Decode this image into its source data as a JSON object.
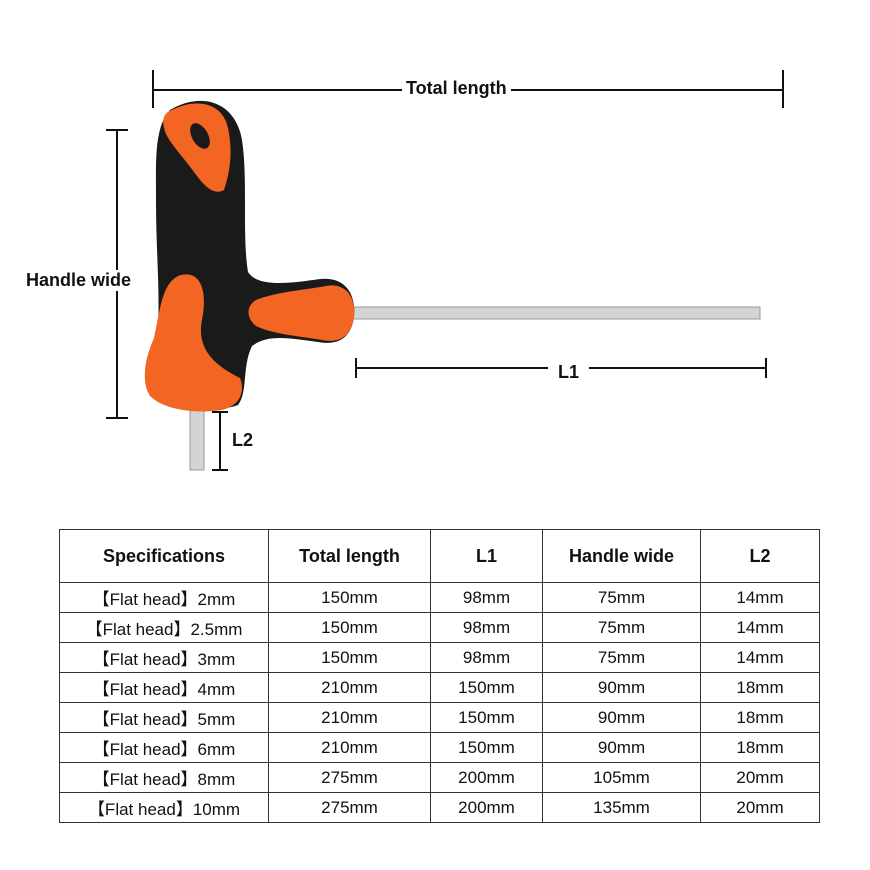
{
  "diagram": {
    "labels": {
      "total_length": "Total length",
      "handle_wide": "Handle wide",
      "l1": "L1",
      "l2": "L2"
    },
    "colors": {
      "handle_orange": "#f26522",
      "handle_black": "#1a1a1a",
      "shaft": "#d4d4d4"
    }
  },
  "table": {
    "headers": [
      "Specifications",
      "Total length",
      "L1",
      "Handle wide",
      "L2"
    ],
    "rows": [
      [
        "【Flat head】2mm",
        "150mm",
        "98mm",
        "75mm",
        "14mm"
      ],
      [
        "【Flat head】2.5mm",
        "150mm",
        "98mm",
        "75mm",
        "14mm"
      ],
      [
        "【Flat head】3mm",
        "150mm",
        "98mm",
        "75mm",
        "14mm"
      ],
      [
        "【Flat head】4mm",
        "210mm",
        "150mm",
        "90mm",
        "18mm"
      ],
      [
        "【Flat head】5mm",
        "210mm",
        "150mm",
        "90mm",
        "18mm"
      ],
      [
        "【Flat head】6mm",
        "210mm",
        "150mm",
        "90mm",
        "18mm"
      ],
      [
        "【Flat head】8mm",
        "275mm",
        "200mm",
        "105mm",
        "20mm"
      ],
      [
        "【Flat head】10mm",
        "275mm",
        "200mm",
        "135mm",
        "20mm"
      ]
    ]
  }
}
